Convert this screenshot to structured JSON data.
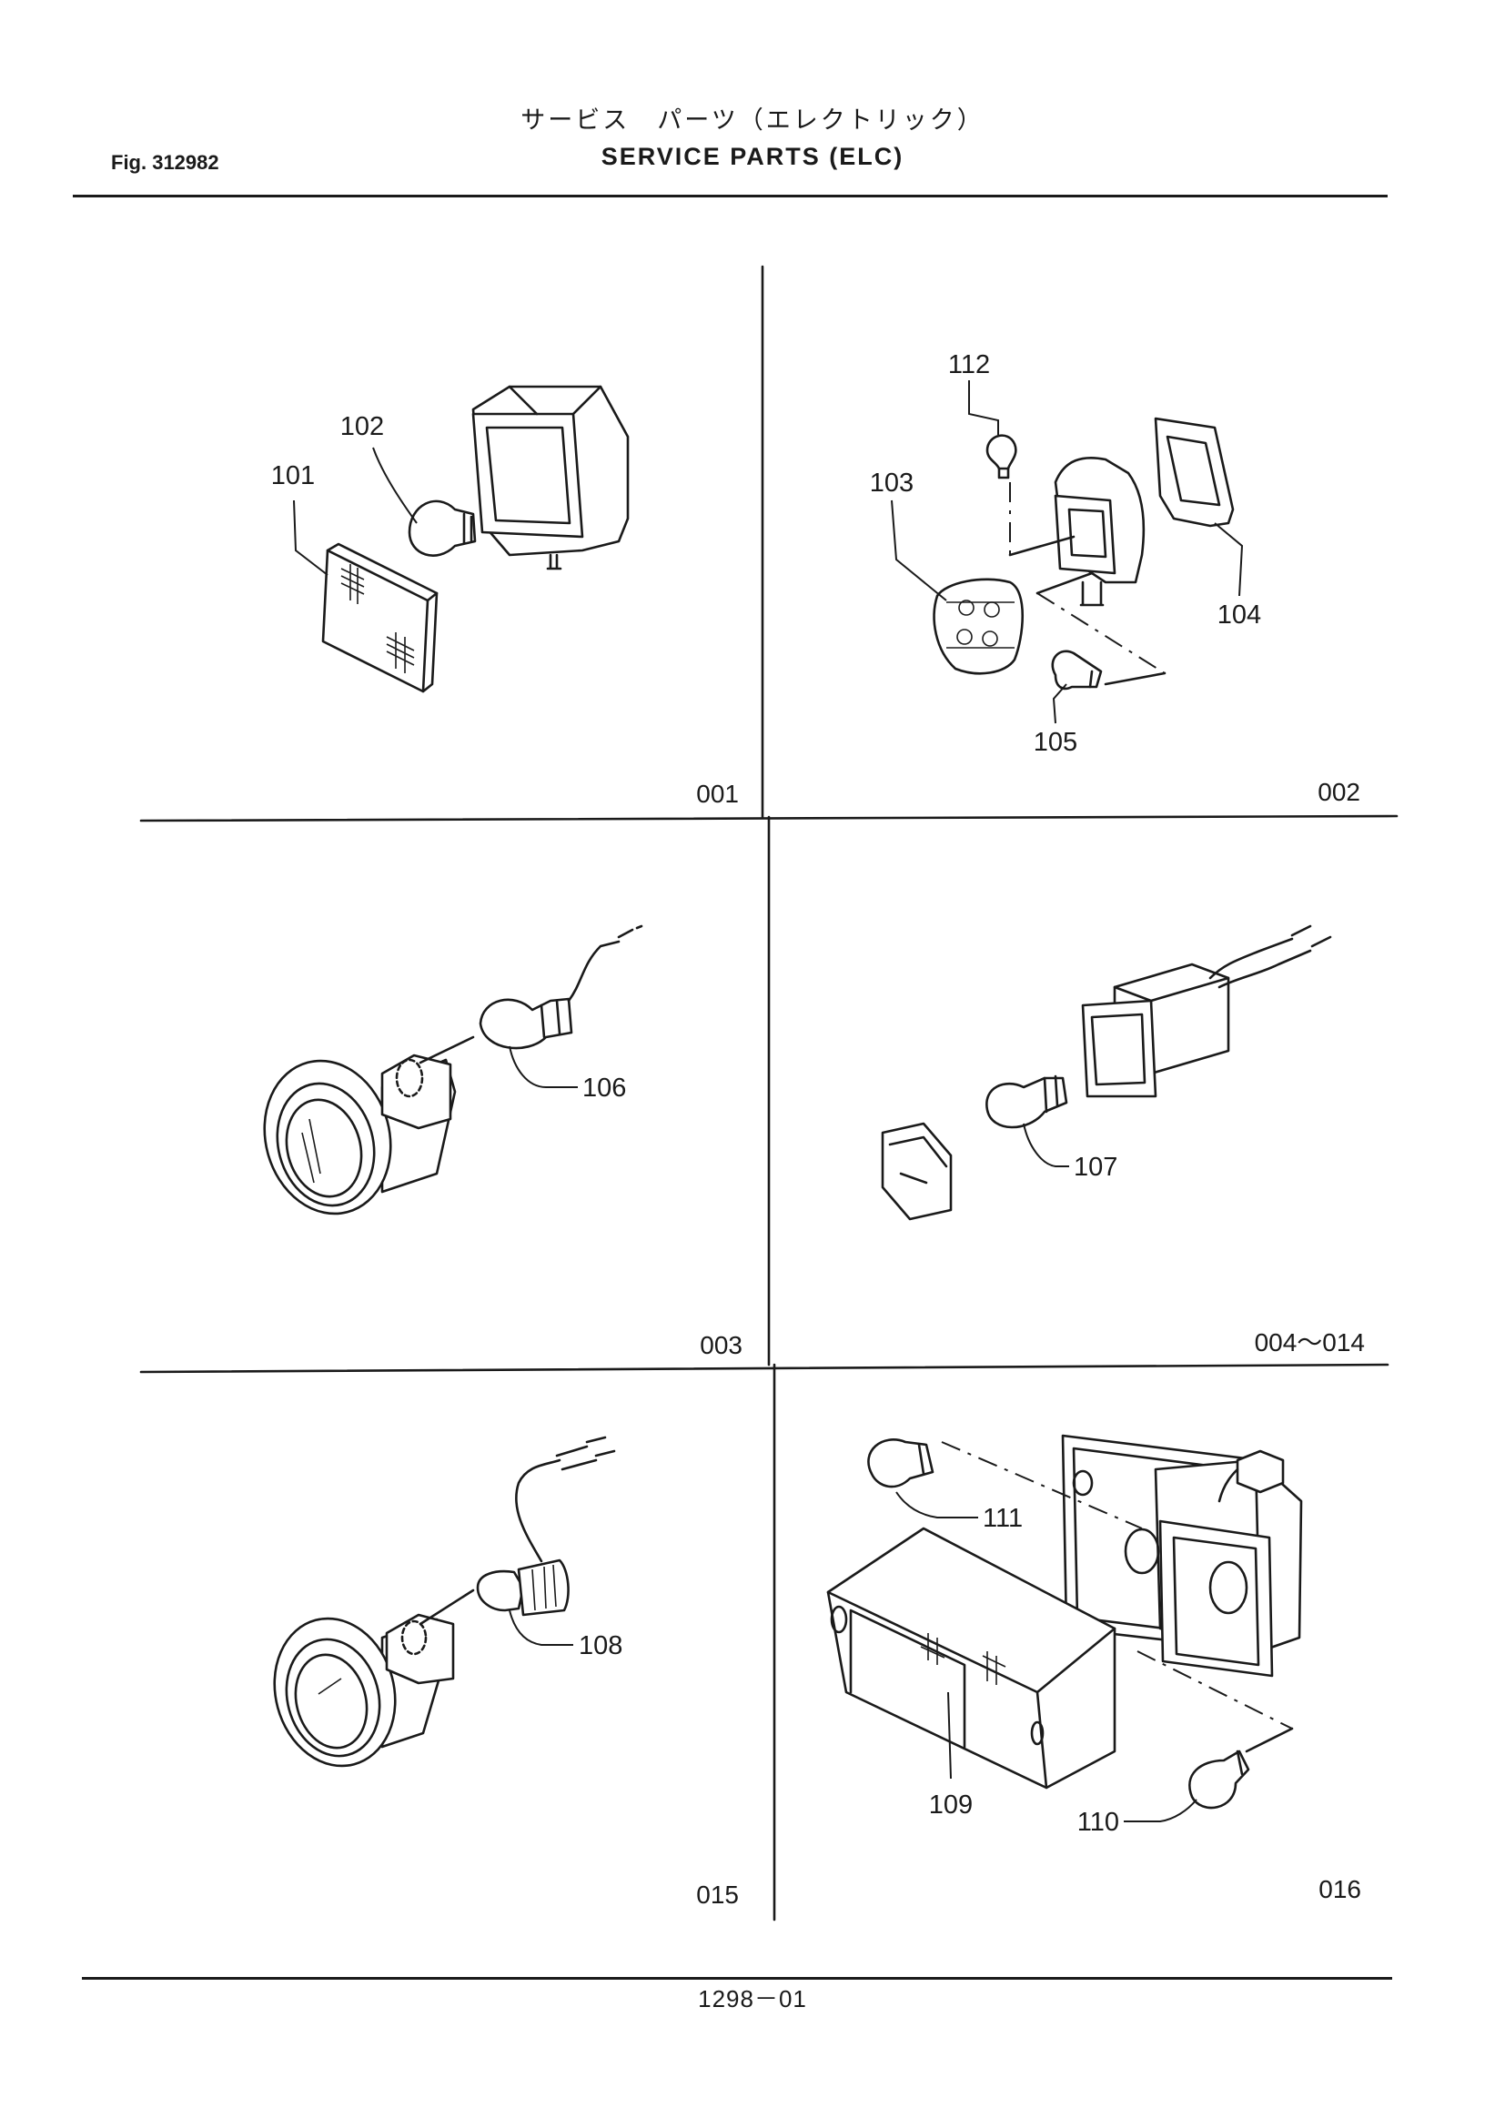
{
  "header": {
    "title_jp": "サービス　パーツ（エレクトリック）",
    "title_en": "SERVICE PARTS (ELC)",
    "figure_number": "Fig. 312982"
  },
  "panels": [
    {
      "code": "001",
      "callouts": [
        "101",
        "102"
      ]
    },
    {
      "code": "002",
      "callouts": [
        "103",
        "104",
        "105",
        "112"
      ]
    },
    {
      "code": "003",
      "callouts": [
        "106"
      ]
    },
    {
      "code": "004～014",
      "callouts": [
        "107"
      ]
    },
    {
      "code": "015",
      "callouts": [
        "108"
      ]
    },
    {
      "code": "016",
      "callouts": [
        "109",
        "110",
        "111"
      ]
    }
  ],
  "footer": {
    "page_number": "1298－01"
  }
}
